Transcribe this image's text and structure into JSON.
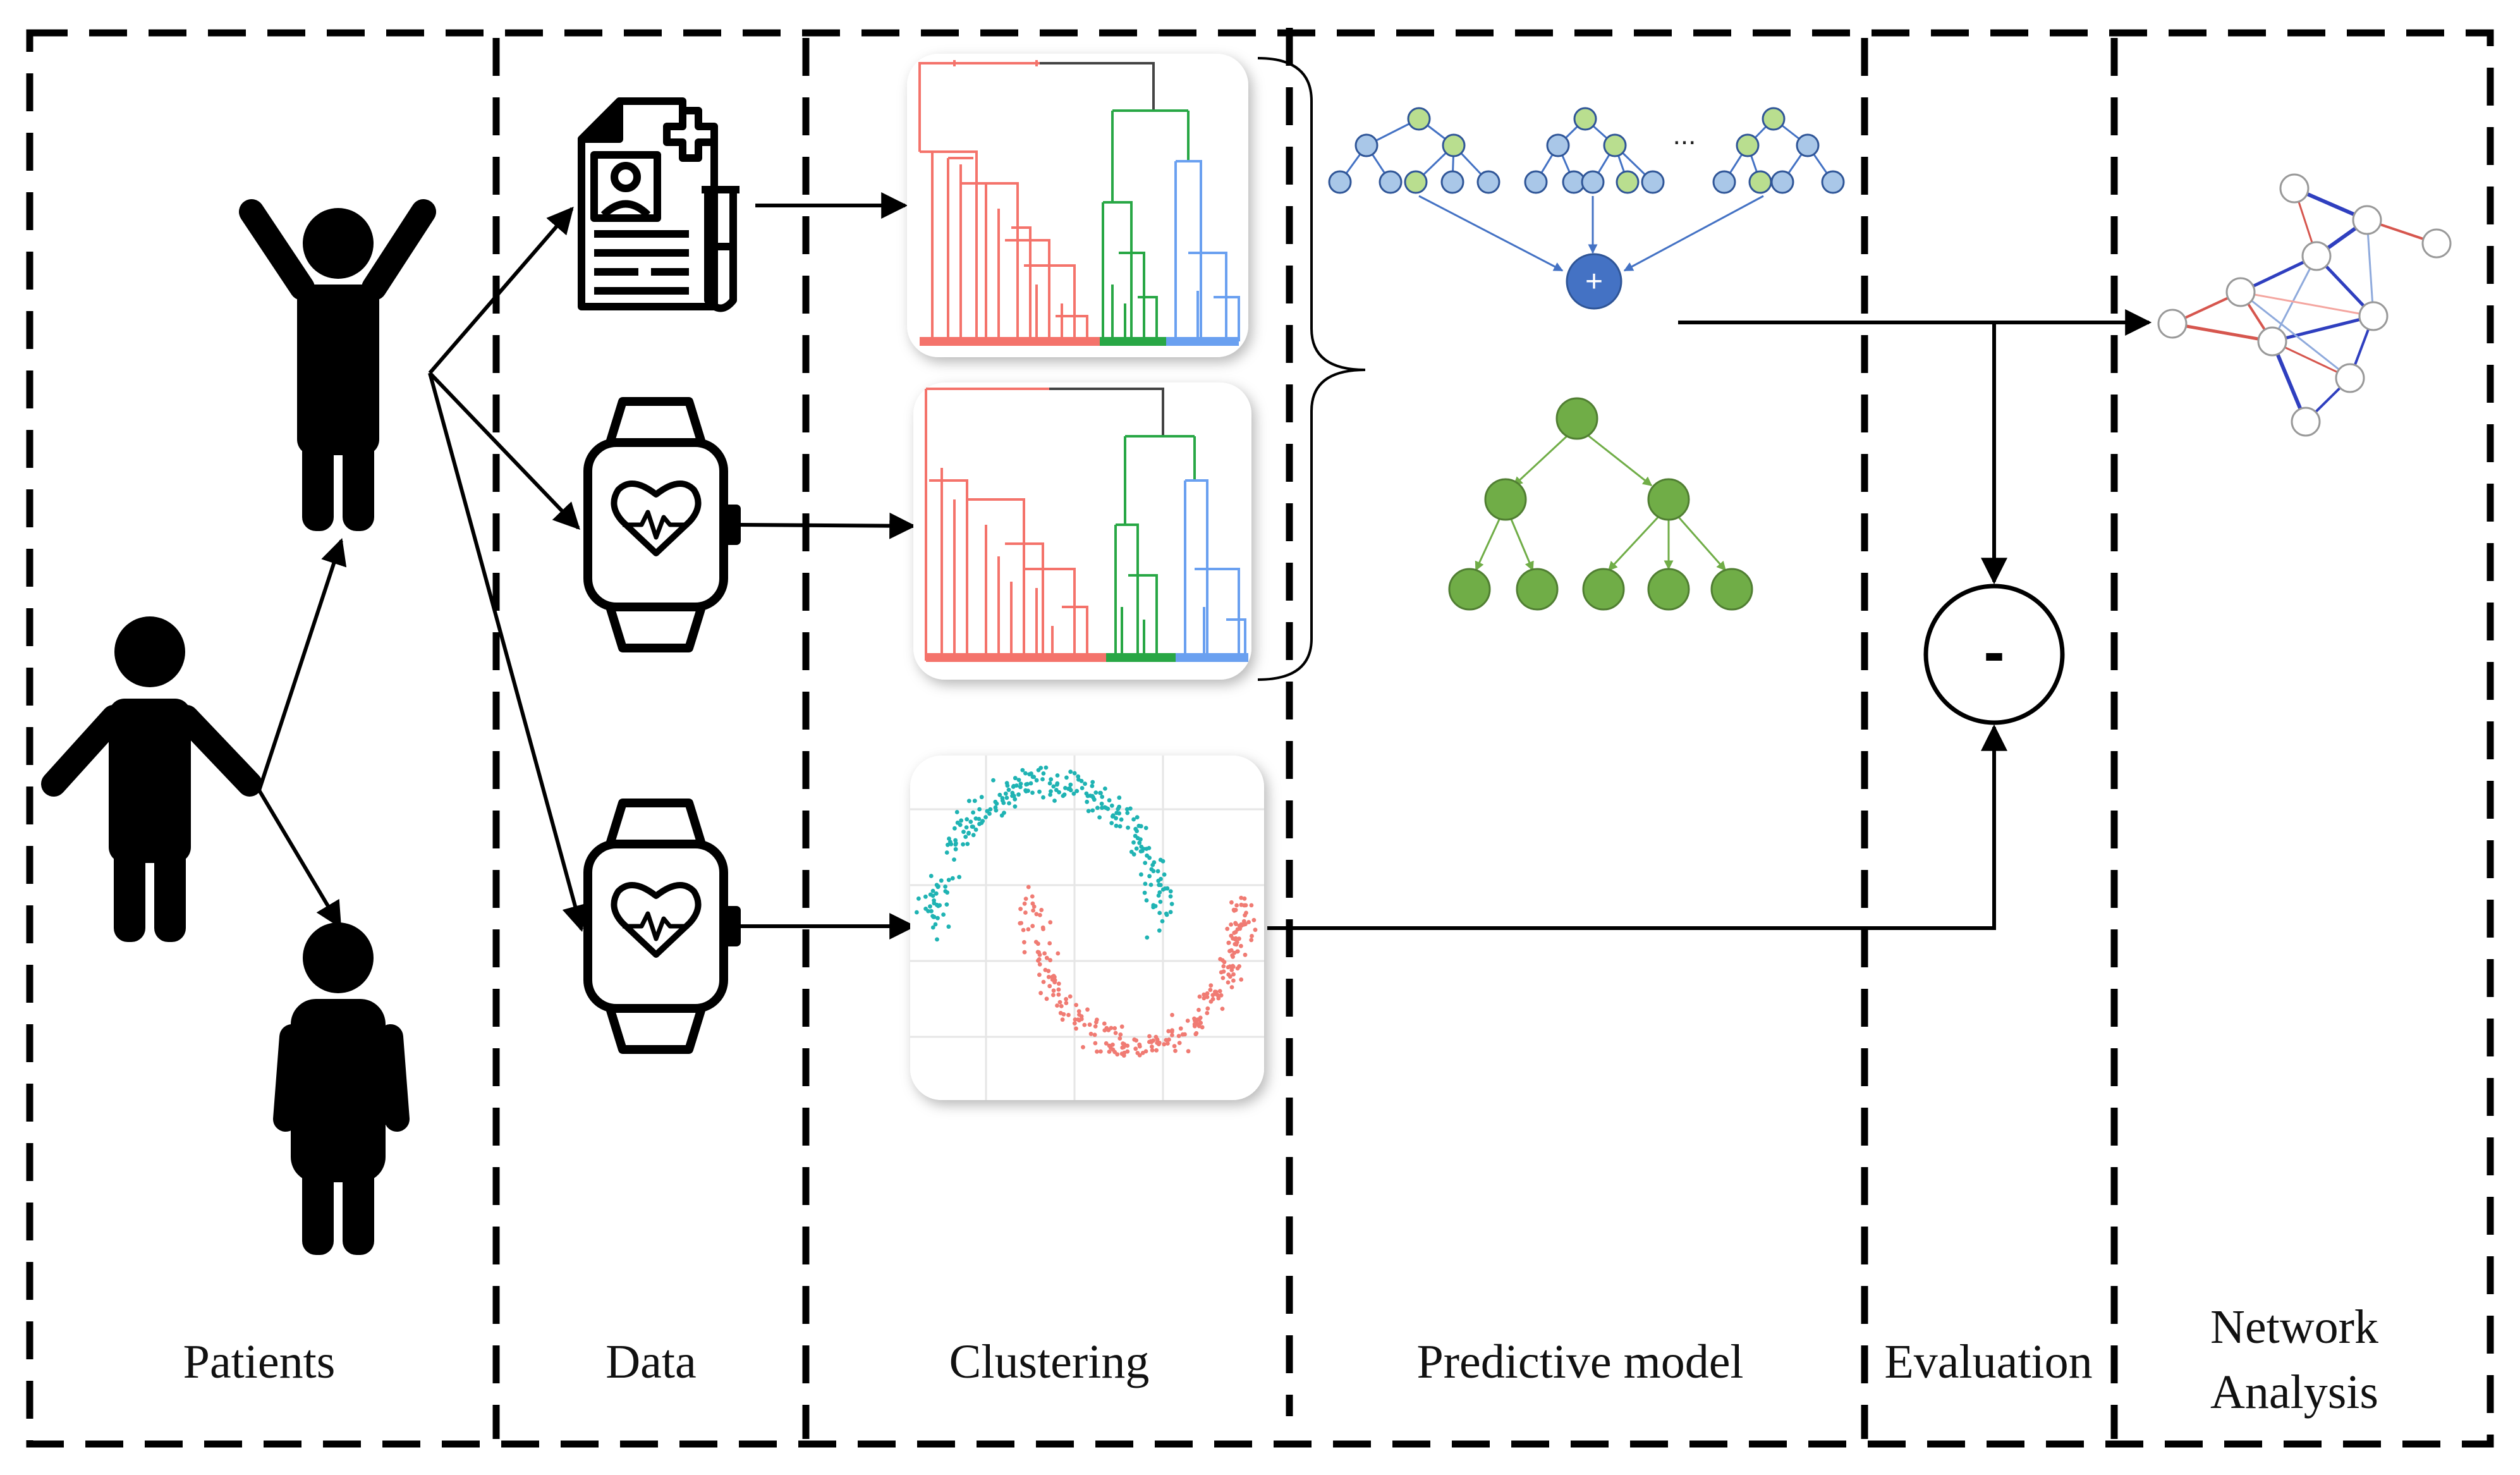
{
  "stages": {
    "patients": "Patients",
    "data": "Data",
    "clustering": "Clustering",
    "predictive": "Predictive model",
    "evaluation": "Evaluation",
    "network_line1": "Network",
    "network_line2": "Analysis"
  },
  "ensemble_ellipsis": "...",
  "plus_symbol": "+",
  "minus_symbol": "-",
  "colors": {
    "cluster_red": "#f4736b",
    "cluster_green": "#28a745",
    "cluster_blue": "#6aa0f0",
    "cluster_teal": "#1fb3b3",
    "cluster_salmon": "#f07b73",
    "tree_blue": "#4472c4",
    "tree_blue_light": "#a9c7e8",
    "node_green_light": "#b9de8f",
    "tree_green": "#70ad47",
    "net_red": "#d6564e",
    "net_blue": "#2f3fbf"
  }
}
